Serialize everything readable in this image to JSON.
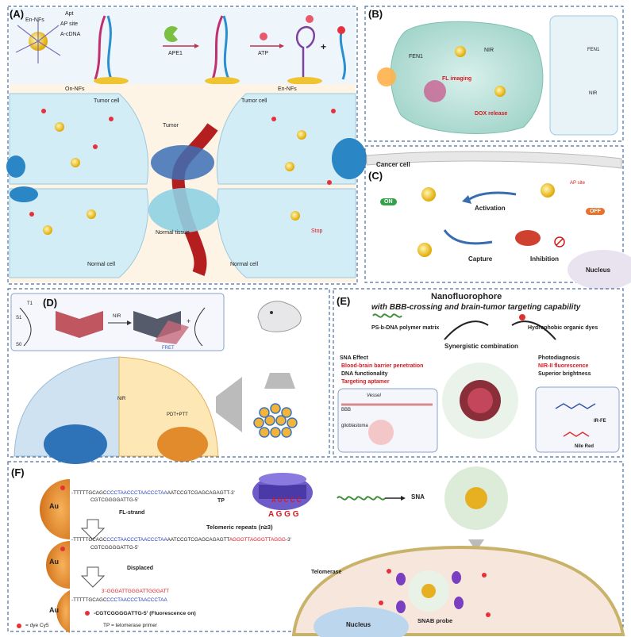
{
  "panelA": {
    "label": "(A)",
    "en_nfs_top": "En-NFs",
    "legend": [
      "Apt",
      "AP site",
      "A-cDNA"
    ],
    "ape1": "APE1",
    "atp": "ATP",
    "plus": "+",
    "on_nfs": "On-NFs",
    "en_nfs": "En-NFs",
    "tumor_cell_left": "Tumor cell",
    "tumor_cell_right": "Tumor cell",
    "tumor": "Tumor",
    "normal_tissue": "Normal tissue",
    "normal_cell_left": "Normal cell",
    "normal_cell_right": "Normal cell",
    "stop": "Stop"
  },
  "panelB": {
    "label": "(B)",
    "fen1": "FEN1",
    "nir": "NIR",
    "fl_imaging": "FL imaging",
    "dox_release": "DOX release",
    "inset_fen1": "FEN1",
    "inset_nir": "NIR"
  },
  "panelC": {
    "label": "(C)",
    "cancer_cell": "Cancer cell",
    "ap_site": "AP site",
    "on": "ON",
    "off": "OFF",
    "activation": "Activation",
    "capture": "Capture",
    "inhibition": "Inhibition",
    "nucleus": "Nucleus"
  },
  "panelD": {
    "label": "(D)",
    "t1": "T1",
    "s1": "S1",
    "s0": "S0",
    "nir": "NIR",
    "fret": "FRET",
    "plus": "+",
    "nir2": "NIR",
    "pdt_ptt": "PDT+PTT"
  },
  "panelE": {
    "label": "(E)",
    "title": "Nanofluorophore",
    "subtitle": "with BBB-crossing and brain-tumor targeting capability",
    "polymer": "PS-b-DNA polymer matrix",
    "dyes": "Hydrophobic organic dyes",
    "synergy": "Synergistic combination",
    "left_head": "SNA Effect",
    "left_items": [
      "Blood-brain barrier penetration",
      "DNA functionality",
      "Targeting aptamer"
    ],
    "right_items": [
      "Photodiagnosis",
      "NIR-II fluorescence",
      "Superior brightness"
    ],
    "vessel": "Vessel",
    "bbb": "BBB",
    "glioblastoma": "glioblastoma",
    "ir_fe": "IR-FE",
    "nile_red": "Nile Red"
  },
  "panelF": {
    "label": "(F)",
    "au": "Au",
    "seq1_a": "-TTTTTGCAGC",
    "seq1_b": "CCCTAACCCTAACCCTAA",
    "seq1_c": "AATCCGTCGAGCAGAGTT-3'",
    "seq1_bottom": "CGTCGGGGATTG-5'",
    "tp": "TP",
    "fl_strand": "FL-strand",
    "telomeric": "Telomeric repeats (n≥3)",
    "seq2_a": "-TTTTTGCAGC",
    "seq2_b": "CCCTAACCCTAACCCTAA",
    "seq2_c": "AATCCGTCGAGCAGAGTT",
    "seq2_d": "AGGGTTAGGGTTAGGG",
    "seq2_e": "-3'",
    "seq2_bottom": "CGTCGGGGATTG-5'",
    "displaced": "Displaced",
    "seq3_top": "3'-GGGATTGGGATTGGGATT",
    "seq3_a": "-TTTTTGCAGC",
    "seq3_b": "CCCTAACCCTAACCCTAA",
    "fluor_on": "-CGTCGGGGATTG-5' (Fluorescence on)",
    "dye_legend": "= dye Cy5",
    "tp_legend": "TP = telomerase primer",
    "aggg": "A G G G",
    "uccc": "A U C C C",
    "sna": "SNA",
    "telomerase": "Telomerase",
    "nucleus": "Nucleus",
    "snab_probe": "SNAB probe"
  }
}
